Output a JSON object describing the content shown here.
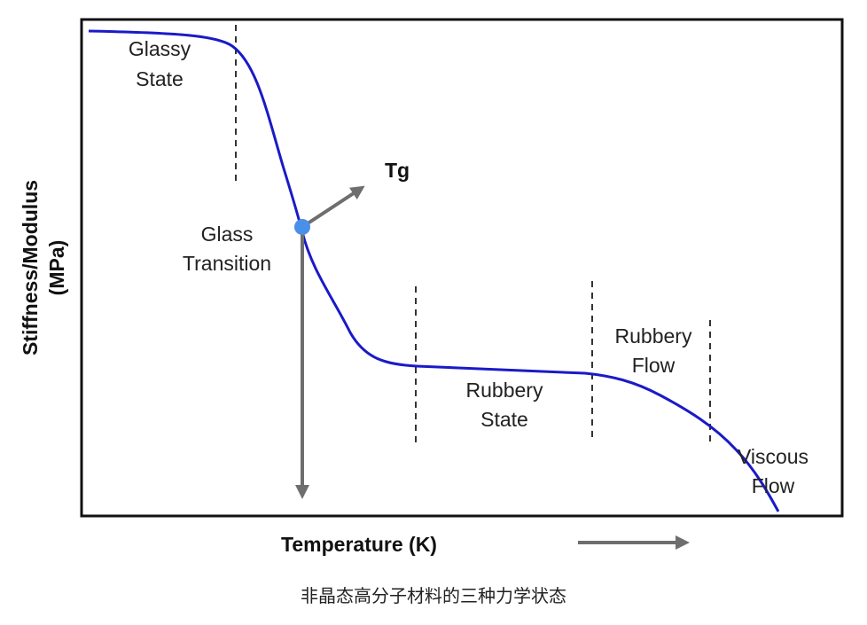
{
  "diagram": {
    "y_axis_label_line1": "Stiffness/Modulus",
    "y_axis_label_line2": "(MPa)",
    "x_axis_label": "Temperature (K)",
    "tg_label": "Tg",
    "regions": {
      "glassy_state": [
        "Glassy",
        "State"
      ],
      "glass_transition": [
        "Glass",
        "Transition"
      ],
      "rubbery_state": [
        "Rubbery",
        "State"
      ],
      "rubbery_flow": [
        "Rubbery",
        "Flow"
      ],
      "viscous_flow": [
        "Viscous",
        "Flow"
      ]
    },
    "colors": {
      "curve": "#1a1ac8",
      "tg_point": "#4a8fe8",
      "arrow": "#6e6e6e",
      "frame": "#111111"
    }
  },
  "caption": "非晶态高分子材料的三种力学状态"
}
